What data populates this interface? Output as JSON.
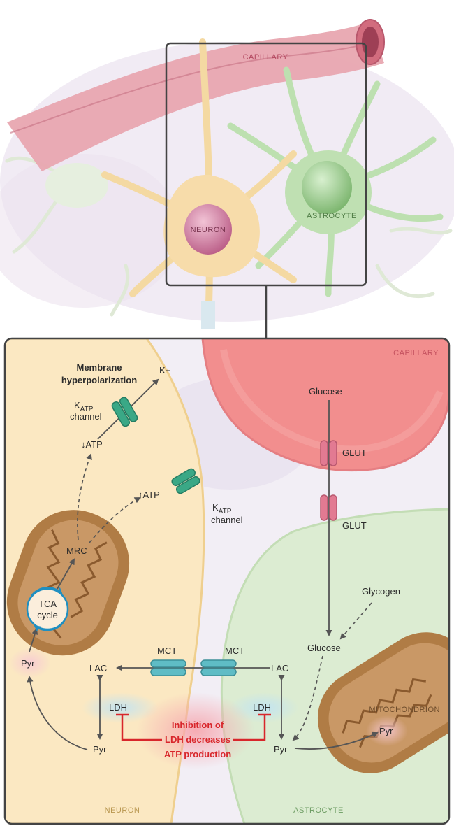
{
  "top": {
    "capillary": "CAPILLARY",
    "neuron": "NEURON",
    "astrocyte": "ASTROCYTE"
  },
  "bottom": {
    "capillary": "CAPILLARY",
    "neuron": "NEURON",
    "astrocyte": "ASTROCYTE",
    "mitochondrion": "MITOCHONDRION",
    "membrane_line1": "Membrane",
    "membrane_line2": "hyperpolarization",
    "k_plus": "K+",
    "katp_k": "K",
    "katp_sub": "ATP",
    "channel": "channel",
    "atp_down": "↓ATP",
    "atp_up": "↑ATP",
    "mrc": "MRC",
    "tca_line1": "TCA",
    "tca_line2": "cycle",
    "pyr": "Pyr",
    "lac": "LAC",
    "ldh": "LDH",
    "mct": "MCT",
    "glut": "GLUT",
    "glucose": "Glucose",
    "glycogen": "Glycogen",
    "inhibition_line1": "Inhibition of",
    "inhibition_line2": "LDH decreases",
    "inhibition_line3": "ATP production"
  },
  "colors": {
    "neuron_fill": "#fbe7bf",
    "astrocyte_fill": "#dcecd2",
    "capillary_fill": "#ef8f8f",
    "mito_fill": "#b07c45",
    "channel_green": "#3aa886",
    "channel_pink": "#e27a92",
    "mct_teal": "#5fbcc5",
    "inhibition_red": "#d8262b"
  }
}
